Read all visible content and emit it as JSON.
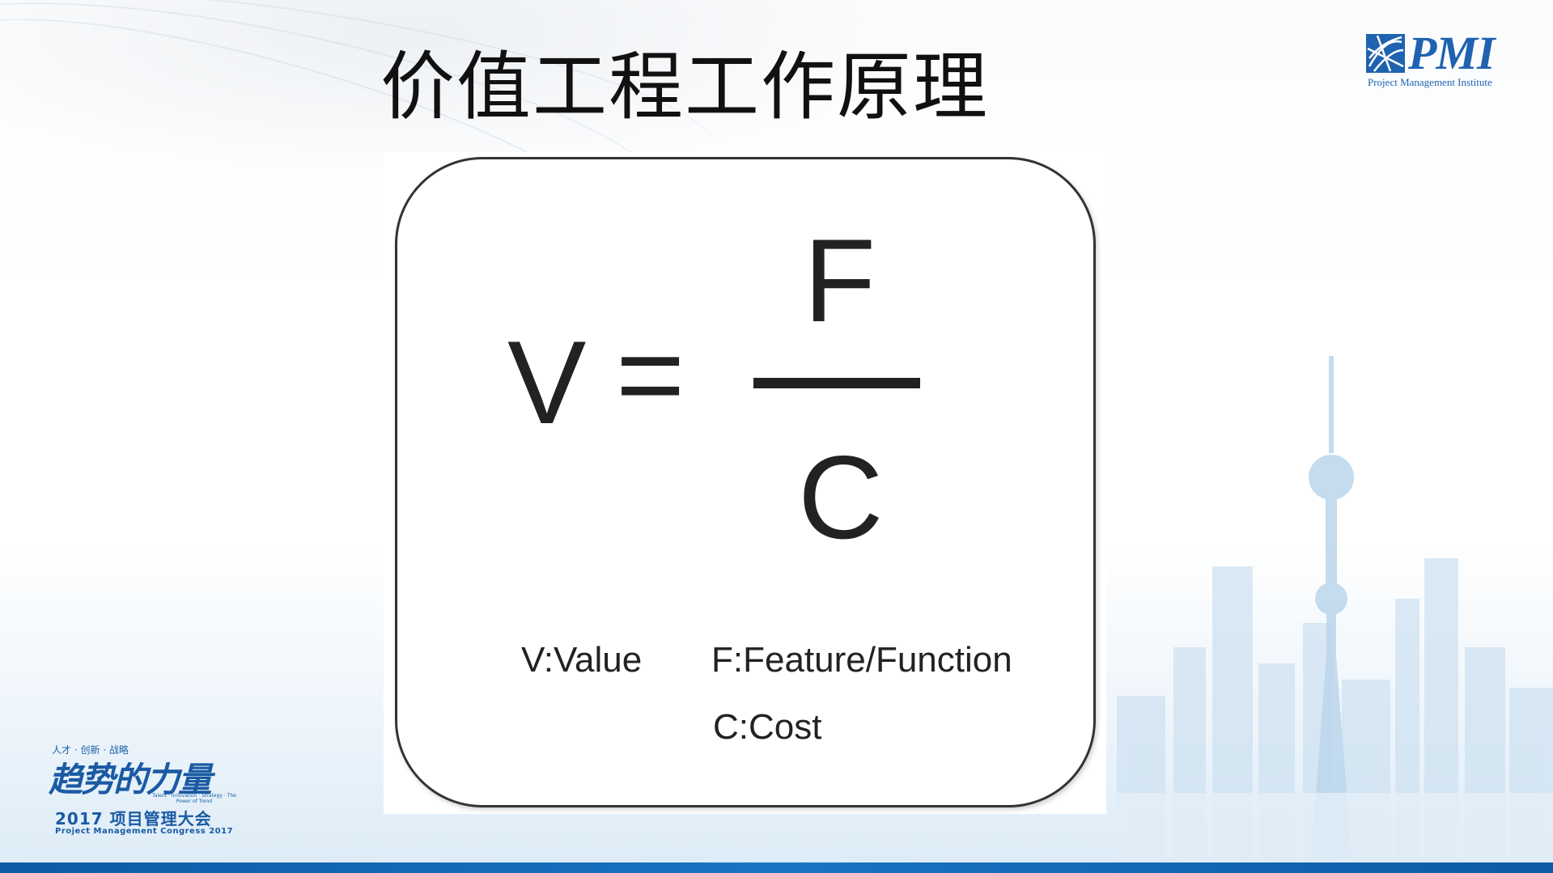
{
  "slide": {
    "title": "价值工程工作原理"
  },
  "formula": {
    "lhs": "V",
    "equals": "=",
    "numerator": "F",
    "denominator": "C",
    "legend": {
      "v": "V:Value",
      "f": "F:Feature/Function",
      "c": "C:Cost"
    }
  },
  "pmi_logo": {
    "wordmark": "PMI",
    "registered_mark": ".",
    "tagline": "Project Management Institute",
    "brand_color": "#1f63b0",
    "icon": "globe-icon"
  },
  "congress_logo": {
    "tagline_cn": "人才 · 创新 · 战略",
    "slogan": "趋势的力量",
    "tagline_en": "Talent · Innovation · Strategy · The Power of Trend",
    "title": "2017 项目管理大会",
    "subtitle": "Project Management Congress 2017",
    "brand_color": "#1a5aa3"
  },
  "theme": {
    "bottom_bar_color": "#0d5aa7",
    "text_color": "#111111"
  }
}
